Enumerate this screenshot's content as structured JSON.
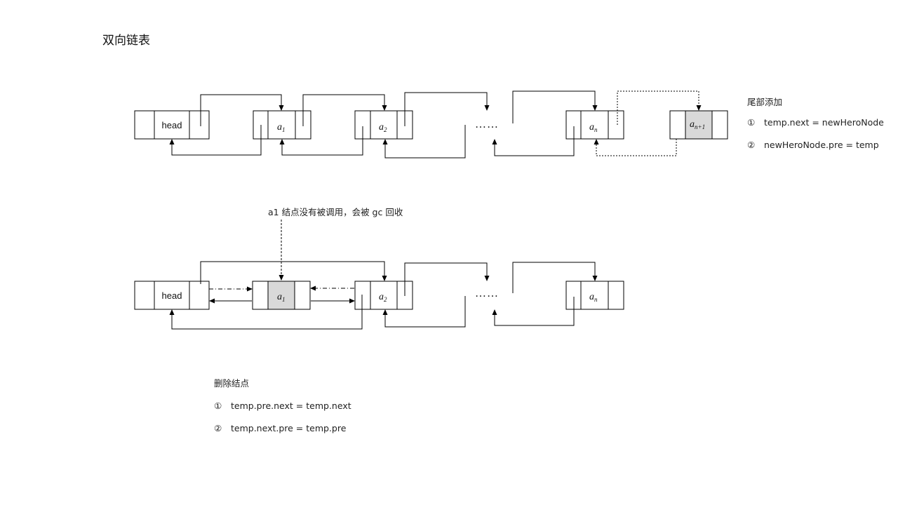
{
  "title": "双向链表",
  "diagram1": {
    "nodes": [
      "head",
      "a1",
      "a2",
      "an",
      "an+1"
    ],
    "ellipsis": "……"
  },
  "add_tail": {
    "heading": "尾部添加",
    "steps": [
      {
        "num": "①",
        "code": "temp.next = newHeroNode"
      },
      {
        "num": "②",
        "code": "newHeroNode.pre  = temp"
      }
    ]
  },
  "diagram2": {
    "annotation": "a1 结点没有被调用，会被  gc 回收",
    "nodes": [
      "head",
      "a1",
      "a2",
      "an"
    ],
    "ellipsis": "……"
  },
  "delete_node": {
    "heading": "删除结点",
    "steps": [
      {
        "num": "①",
        "code": "temp.pre.next  = temp.next"
      },
      {
        "num": "②",
        "code": "temp.next.pre  = temp.pre"
      }
    ]
  }
}
